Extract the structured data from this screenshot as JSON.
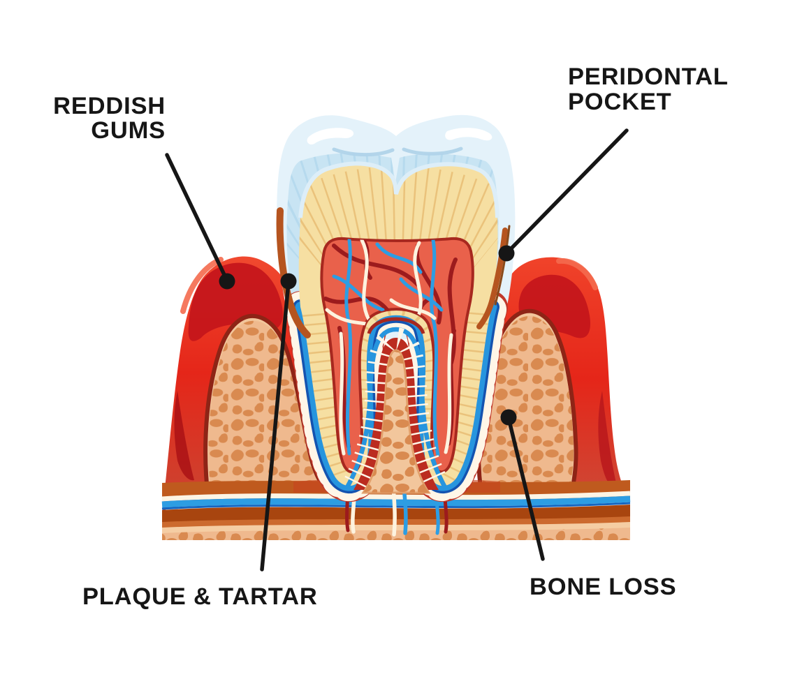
{
  "figure": {
    "type": "dental anatomy diagram",
    "subject": "Tooth cross-section with periodontal disease callouts"
  },
  "labels": {
    "reddish_gums": {
      "line1": "REDDISH",
      "line2": "GUMS"
    },
    "peridontal_pocket": {
      "line1": "PERIDONTAL",
      "line2": "POCKET"
    },
    "plaque_tartar": {
      "text": "PLAQUE & TARTAR"
    },
    "bone_loss": {
      "text": "BONE LOSS"
    }
  },
  "colors": {
    "background": "#ffffff",
    "label_text": "#161616",
    "leader_line": "#161616",
    "leader_dot": "#161616",
    "enamel": "#e4f2fa",
    "enamel_inner": "#c8e4f3",
    "enamel_stria": "#b2d7ec",
    "dentin": "#f6dfa2",
    "dentin_stria": "#e9bf77",
    "pulp": "#e9614b",
    "pulp_outline": "#a7281f",
    "vessel_dark_red": "#9c1b1d",
    "vessel_blue": "#2d9de3",
    "vessel_cream": "#fdf3df",
    "gum_bright": "#ee3a22",
    "gum_dark": "#c5161b",
    "gum_deep": "#a80f14",
    "gum_highlight": "#f46a4e",
    "bone_rim": "#8e2416",
    "bone_light": "#f2c69c",
    "bone_fill": "#efb98e",
    "trabecula": "#d98a50",
    "ligament_red": "#c0392b",
    "ligament_fiber": "#fff6e8",
    "cementum_blue": "#2795de",
    "cementum_dark_blue": "#1453b0",
    "tartar": "#b5541f",
    "jaw_band_dark": "#bf5a1e",
    "jaw_band_deep": "#a8450f",
    "jaw_band_mid": "#cc6a2e",
    "jaw_band_peach": "#f5cda3"
  }
}
